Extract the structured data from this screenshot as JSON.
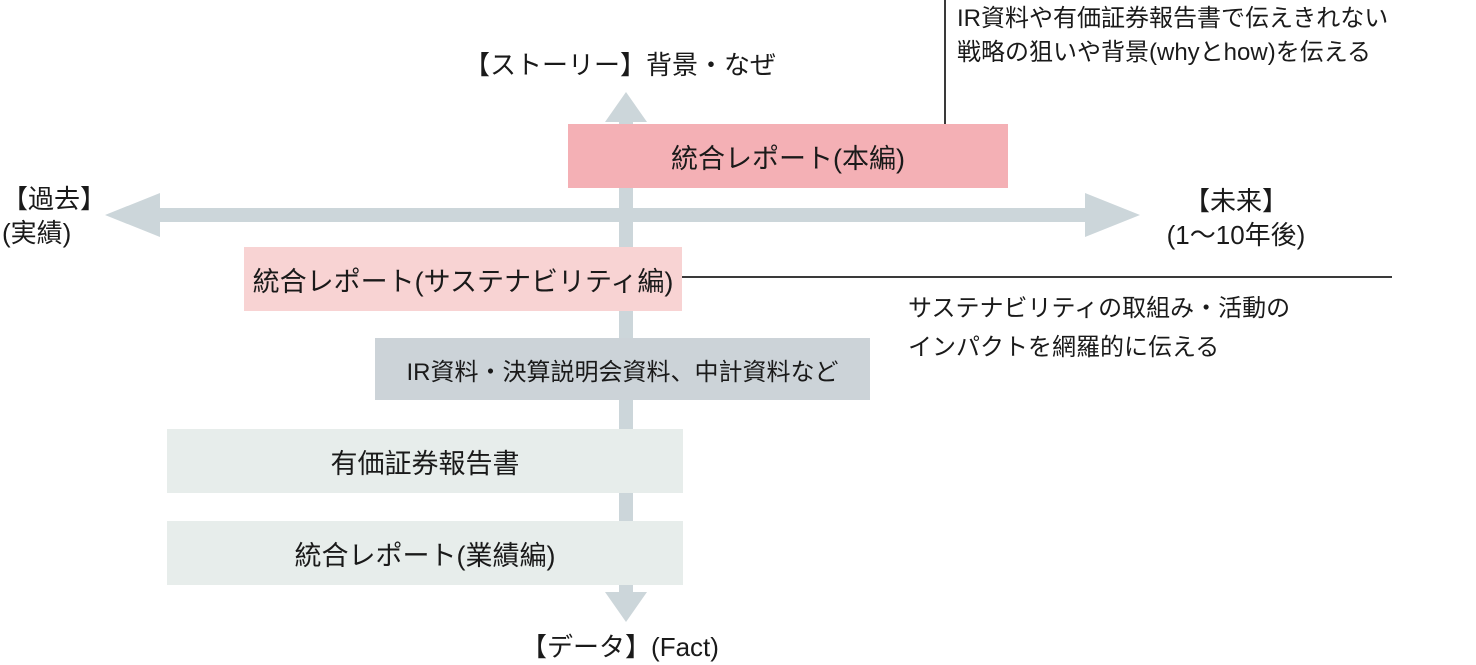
{
  "colors": {
    "axis_arrow": "#ccd6da",
    "box_main_pink": "#f4b0b5",
    "box_light_pink": "#f8d3d3",
    "box_blue_gray": "#ccd3d8",
    "box_light_green": "#e7edeb",
    "annotation_line": "#3a3a3a",
    "text": "#1a1a1a"
  },
  "axes": {
    "top_label": "【ストーリー】背景・なぜ",
    "bottom_label": "【データ】(Fact)",
    "left_label_line1": "【過去】",
    "left_label_line2": "(実績)",
    "right_label_line1": "【未来】",
    "right_label_line2": "(1〜10年後)"
  },
  "boxes": {
    "main": {
      "label": "統合レポート(本編)"
    },
    "sustainability": {
      "label": "統合レポート(サステナビリティ編)"
    },
    "ir": {
      "label": "IR資料・決算説明会資料、中計資料など"
    },
    "securities": {
      "label": "有価証券報告書"
    },
    "performance": {
      "label": "統合レポート(業績編)"
    }
  },
  "annotations": {
    "top_right": {
      "line1": "IR資料や有価証券報告書で伝えきれない",
      "line2": "戦略の狙いや背景(whyとhow)を伝える"
    },
    "sustainability": {
      "line1": "サステナビリティの取組み・活動の",
      "line2": "インパクトを網羅的に伝える"
    }
  }
}
